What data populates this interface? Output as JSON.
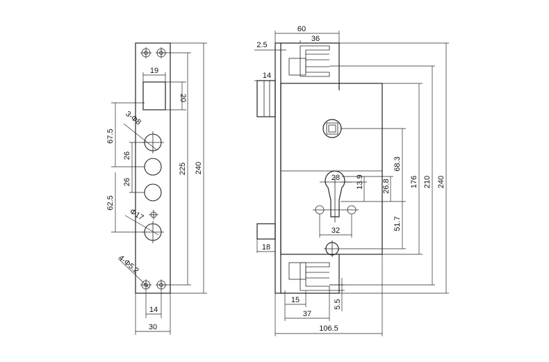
{
  "labels": {
    "front_19": "19",
    "front_20": "20",
    "front_3phi8": "3-Φ8",
    "front_67_5": "67.5",
    "front_26a": "26",
    "front_26b": "26",
    "front_62_5": "62.5",
    "front_phi17": "Φ17",
    "front_4phi5_2": "4-Φ5.2",
    "front_225": "225",
    "front_240": "240",
    "front_14": "14",
    "front_30": "30",
    "side_60": "60",
    "side_36": "36",
    "side_2_5": "2.5",
    "side_14": "14",
    "side_28": "28",
    "side_13_9": "13.9",
    "side_26_8": "26.8",
    "side_68_3": "68.3",
    "side_176": "176",
    "side_210": "210",
    "side_240": "240",
    "side_32": "32",
    "side_51_7": "51.7",
    "side_18": "18",
    "side_15": "15",
    "side_5_5": "5.5",
    "side_37": "37",
    "side_106_5": "106.5"
  }
}
